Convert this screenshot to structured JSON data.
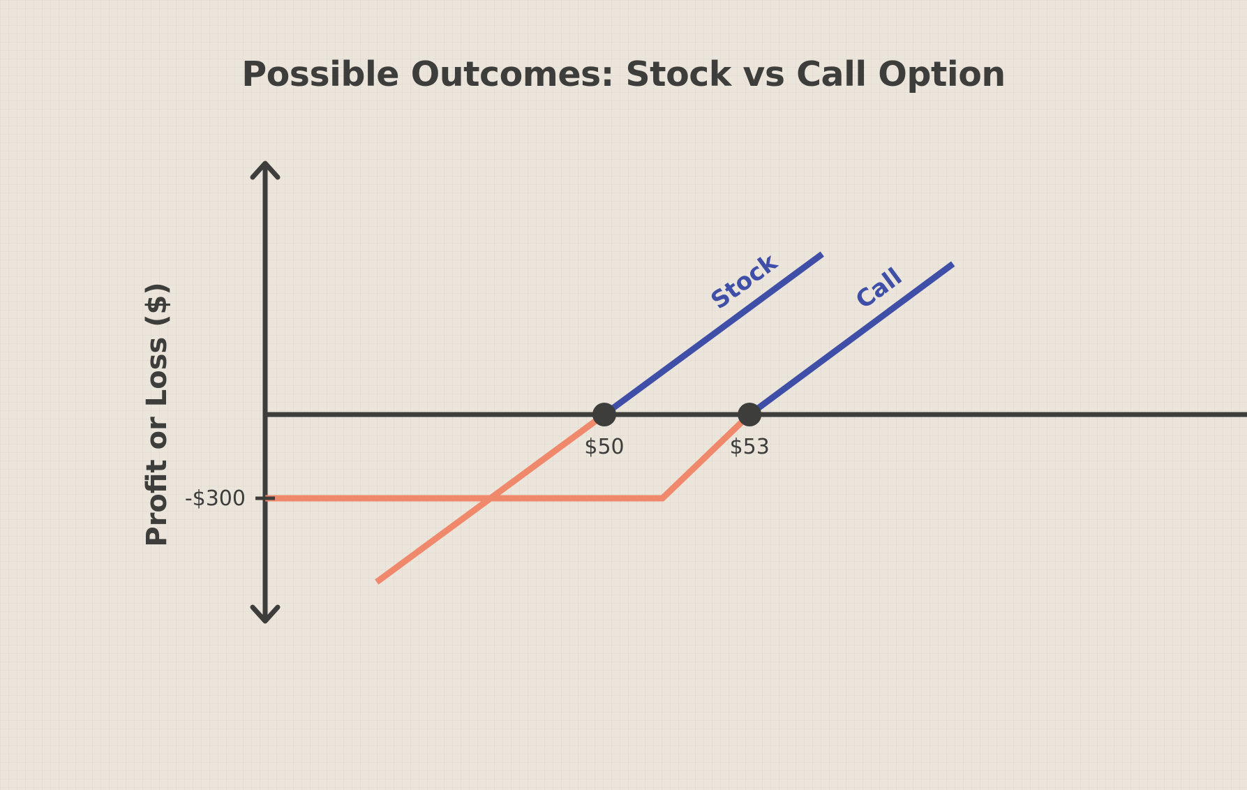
{
  "chart_data": {
    "type": "line",
    "title": "Possible Outcomes: Stock vs Call Option",
    "xlabel": "",
    "ylabel": "Profit or Loss ($)",
    "x_ticks": [
      {
        "value": 50,
        "label": "$50"
      },
      {
        "value": 53,
        "label": "$53"
      }
    ],
    "y_ticks": [
      {
        "value": -300,
        "label": "-$300"
      }
    ],
    "xlim": [
      42.3,
      66.5
    ],
    "ylim": [
      -700,
      880
    ],
    "grid": false,
    "series": [
      {
        "name": "Stock",
        "points": [
          [
            45.3,
            -600
          ],
          [
            50,
            0
          ],
          [
            54.5,
            575
          ]
        ]
      },
      {
        "name": "Call",
        "points": [
          [
            43.0,
            -300
          ],
          [
            51.2,
            -300
          ],
          [
            53,
            0
          ],
          [
            57.2,
            540
          ]
        ]
      }
    ],
    "markers": [
      {
        "x": 50,
        "y": 0
      },
      {
        "x": 53,
        "y": 0
      }
    ],
    "colors": {
      "loss": "#f0896c",
      "profit": "#3f4fa8",
      "axis": "#3d3d3b",
      "background": "#ebe5dc"
    }
  }
}
